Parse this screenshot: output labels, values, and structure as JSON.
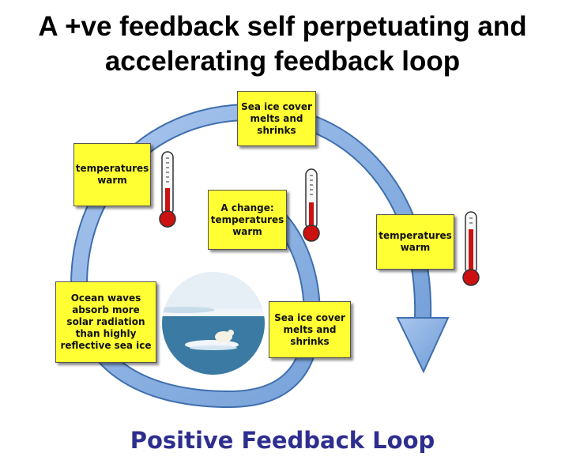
{
  "title": {
    "line1": "A +ve feedback self perpetuating and",
    "line2": "accelerating feedback loop"
  },
  "boxes": {
    "sea_ice_top": "Sea ice cover melts and shrinks",
    "temp_left": "temperatures warm",
    "change_center": "A change: temperatures warm",
    "temp_right": "temperatures warm",
    "ocean_waves": "Ocean waves absorb more solar radiation than highly reflective sea ice",
    "sea_ice_bottom": "Sea ice cover melts and shrinks"
  },
  "caption": "Positive Feedback Loop",
  "icons": [
    "thermometer-icon",
    "polar-bear-photo",
    "loop-arrow"
  ],
  "colors": {
    "box_fill": "#ffff33",
    "arrow_fill": "#8fb4e3",
    "caption": "#2e2e8f",
    "thermometer_red": "#cc1111"
  }
}
